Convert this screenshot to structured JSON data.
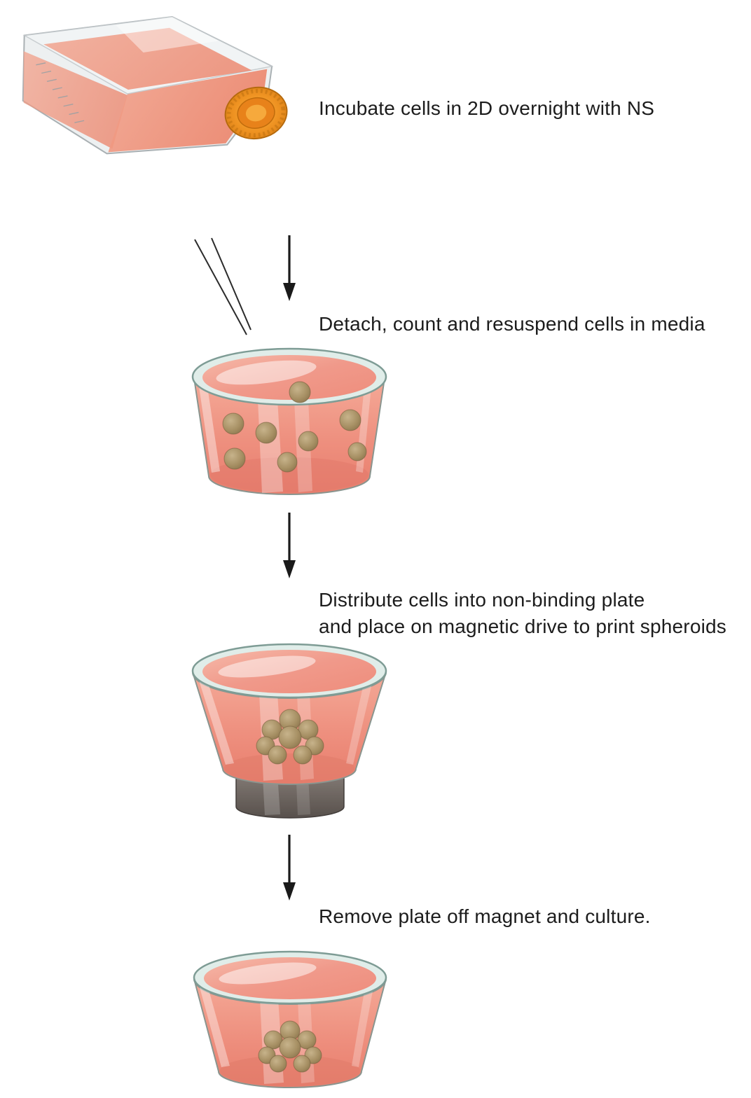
{
  "figure": {
    "type": "protocol-flow-diagram",
    "background": "#ffffff",
    "text_color": "#1c1c1c",
    "steps": [
      {
        "id": 1,
        "illustration": "tissue-culture-flask",
        "label": "Incubate cells in 2D overnight with NS"
      },
      {
        "id": 2,
        "illustration": "dish-with-suspended-cells",
        "connector": "down-arrow-and-pipette",
        "label": "Detach, count and resuspend cells in media"
      },
      {
        "id": 3,
        "illustration": "dish-on-magnetic-drive",
        "connector": "down-arrow",
        "label_line1": "Distribute cells into non-binding plate",
        "label_line2": "and place on magnetic drive to print spheroids"
      },
      {
        "id": 4,
        "illustration": "dish-with-printed-spheroid",
        "connector": "down-arrow",
        "label": "Remove plate off magnet and culture."
      }
    ],
    "colors": {
      "media_pink": "#ee8f7e",
      "media_surface_pink": "#f3a998",
      "glass_rim_teal": "#e0ede9",
      "rim_stroke": "#7e9c95",
      "cell_brown": "#a68f63",
      "cap_orange": "#ef9322",
      "magnet_gray": "#584f4a",
      "arrow_black": "#1a1a1a"
    }
  }
}
